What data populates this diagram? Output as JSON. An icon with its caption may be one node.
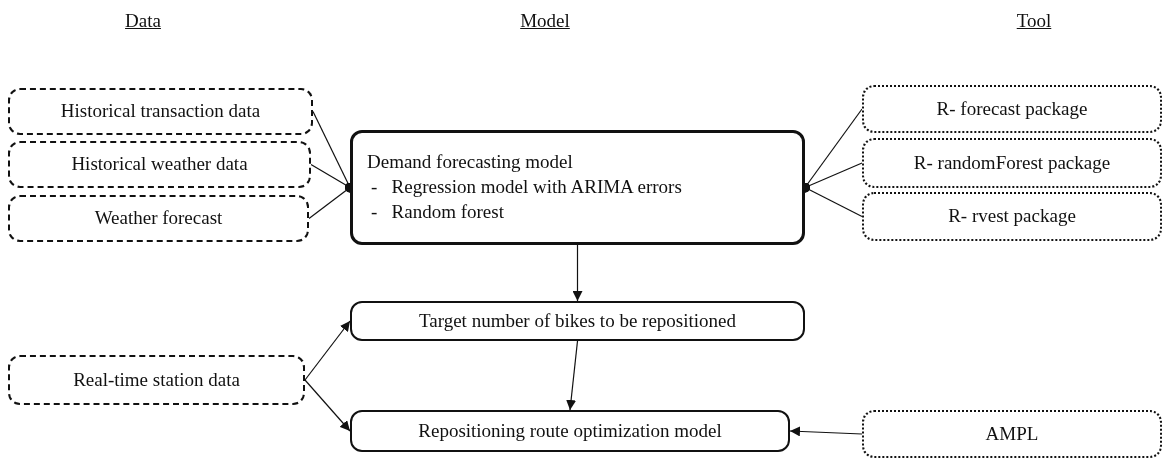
{
  "diagram": {
    "nodes": [
      {
        "text": [
          "Historical transaction data"
        ]
      },
      {
        "text": [
          "Historical weather data"
        ]
      },
      {
        "text": [
          "Weather forecast"
        ]
      },
      {
        "text": [
          "Demand forecasting model",
          "-   Regression model with ARIMA errors",
          "-   Random forest"
        ]
      },
      {
        "text": [
          "R- forecast package"
        ]
      },
      {
        "text": [
          "R- randomForest package"
        ]
      },
      {
        "text": [
          "R- rvest package"
        ]
      },
      {
        "text": [
          "Target number of bikes to be repositioned"
        ]
      },
      {
        "text": [
          "Real-time station data"
        ]
      },
      {
        "text": [
          "Repositioning route optimization model"
        ]
      },
      {
        "text": [
          "AMPL"
        ]
      }
    ],
    "edges": [
      {
        "from": 0,
        "to": 3,
        "arrow": "other"
      },
      {
        "from": 1,
        "to": 3,
        "arrow": "other"
      },
      {
        "from": 2,
        "to": 3,
        "arrow": "other"
      },
      {
        "from": 4,
        "to": 3,
        "arrow": "other"
      },
      {
        "from": 5,
        "to": 3,
        "arrow": "other"
      },
      {
        "from": 6,
        "to": 3,
        "arrow": "other"
      },
      {
        "from": 3,
        "to": 7,
        "arrow": "to"
      },
      {
        "from": 8,
        "to": 7,
        "arrow": "to"
      },
      {
        "from": 8,
        "to": 9,
        "arrow": "to"
      },
      {
        "from": 7,
        "to": 9,
        "arrow": "to"
      },
      {
        "from": 10,
        "to": 9,
        "arrow": "to"
      }
    ],
    "labels": [
      "Data",
      "Model",
      "Tool"
    ]
  }
}
